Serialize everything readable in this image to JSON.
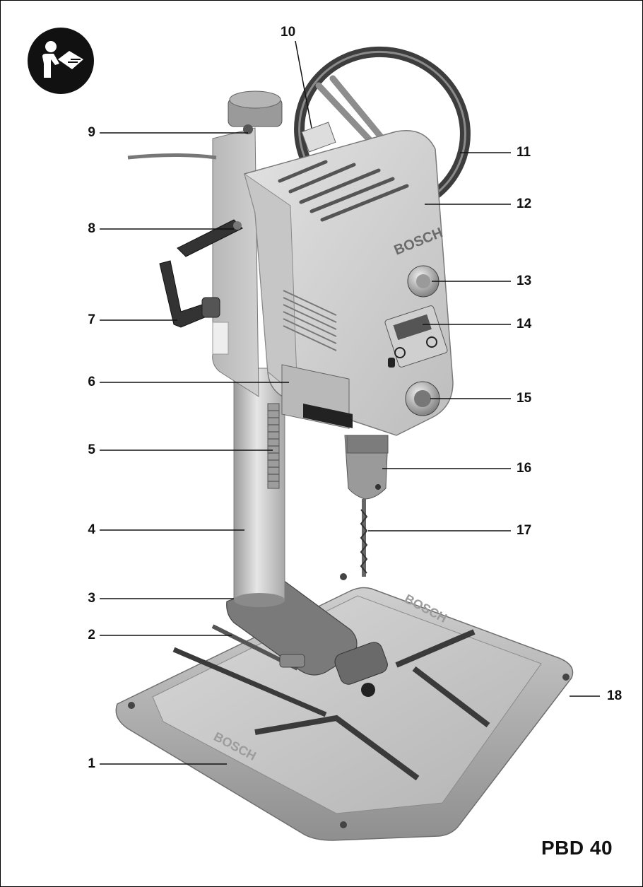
{
  "model": "PBD 40",
  "brand_on_housing": "BOSCH",
  "brand_on_table": "BOSCH",
  "icons": {
    "manual": "read-manual-icon"
  },
  "colors": {
    "ink": "#111111",
    "housing": "#d9d9d9",
    "dark": "#2a2a2a"
  },
  "callouts": {
    "c1": "1",
    "c2": "2",
    "c3": "3",
    "c4": "4",
    "c5": "5",
    "c6": "6",
    "c7": "7",
    "c8": "8",
    "c9": "9",
    "c10": "10",
    "c11": "11",
    "c12": "12",
    "c13": "13",
    "c14": "14",
    "c15": "15",
    "c16": "16",
    "c17": "17",
    "c18": "18"
  }
}
